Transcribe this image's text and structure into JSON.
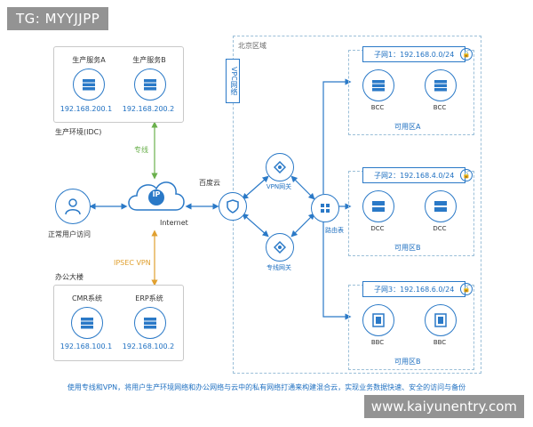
{
  "watermark_top": "TG: MYYJJPP",
  "watermark_bottom": "www.kaiyunentry.com",
  "idc": {
    "label": "生产环境(IDC)",
    "servers": [
      {
        "name": "生产服务A",
        "ip": "192.168.200.1"
      },
      {
        "name": "生产服务B",
        "ip": "192.168.200.2"
      }
    ]
  },
  "office": {
    "label": "办公大楼",
    "servers": [
      {
        "name": "CMR系统",
        "ip": "192.168.100.1"
      },
      {
        "name": "ERP系统",
        "ip": "192.168.100.2"
      }
    ]
  },
  "links": {
    "dedicated": "专线",
    "ipsec": "IPSEC VPN",
    "internet": "Internet",
    "ip_label": "IP",
    "baidu_cloud": "百度云",
    "user": "正常用户访问"
  },
  "region": {
    "title": "北京区域",
    "vpc": "VPC网络",
    "vpn_gateway": "VPN网关",
    "dedicated_gateway": "专线网关",
    "router": "路由表",
    "zones": [
      {
        "subnet": "子网1：192.168.0.0/24",
        "hosts": [
          "BCC",
          "BCC"
        ],
        "zone": "可用区A"
      },
      {
        "subnet": "子网2：192.168.4.0/24",
        "hosts": [
          "DCC",
          "DCC"
        ],
        "zone": "可用区B"
      },
      {
        "subnet": "子网3：192.168.6.0/24",
        "hosts": [
          "BBC",
          "BBC"
        ],
        "zone": "可用区B"
      }
    ]
  },
  "caption": "使用专线和VPN，将用户生产环境网络和办公网络与云中的私有网络打通来构建混合云，实现业务数据快速、安全的访问与备份",
  "colors": {
    "accent": "#2a79c7",
    "green": "#6ab04c",
    "orange": "#e0a030"
  }
}
